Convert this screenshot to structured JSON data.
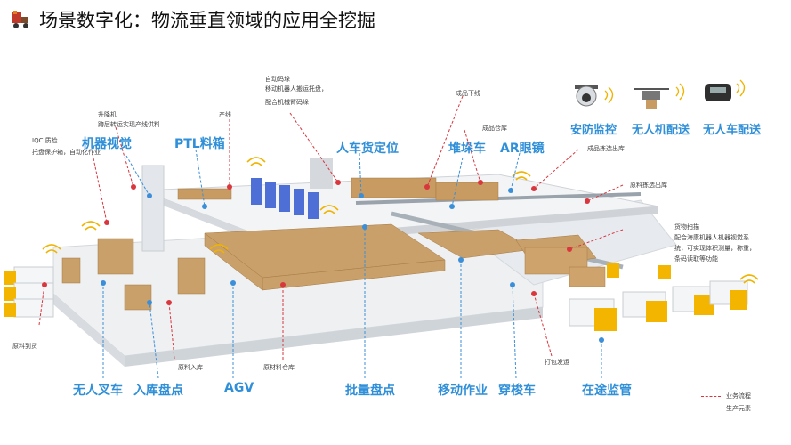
{
  "title": "场景数字化：物流垂直领域的应用全挖掘",
  "top_labels": {
    "auto_pick_title": "自动码垛",
    "auto_pick_desc1": "移动机器人搬运托盘，",
    "auto_pick_desc2": "配合机械臂码垛",
    "finished_line": "成品下线",
    "finished_warehouse": "成品仓库",
    "finished_outbound": "成品拣选出库",
    "raw_outbound": "原料拣选出库",
    "lifter_title": "升降机",
    "lifter_desc": "跨层转运实现产线供料",
    "production_line": "产线",
    "iqc_title": "IQC 质检",
    "iqc_desc": "托盘保护箱，自动化作业",
    "scan_title": "货物扫描",
    "scan_desc1": "配合海康机器人机器视觉系",
    "scan_desc2": "统，可实现体积测量，称重，",
    "scan_desc3": "条码读取等功能",
    "raw_receive": "原料到货",
    "raw_inbound": "原料入库",
    "raw_storage": "原材料仓库",
    "pack_ship": "打包发运"
  },
  "blue_labels": {
    "machine_vision": "机器视觉",
    "ptl": "PTL料箱",
    "person_car": "人车货定位",
    "stacker": "堆垛车",
    "ar_glasses": "AR眼镜",
    "security": "安防监控",
    "drone": "无人机配送",
    "unmanned_car": "无人车配送",
    "forklift": "无人叉车",
    "inbound_check": "入库盘点",
    "agv": "AGV",
    "batch_check": "批量盘点",
    "mobile_work": "移动作业",
    "shuttle": "穿梭车",
    "transit": "在途监管"
  },
  "legend": {
    "business": "业务流程",
    "production": "生产元素"
  },
  "colors": {
    "blue_label": "#2f8fd8",
    "red_flow": "#d9363e",
    "blue_flow": "#3b8fd9",
    "floor": "#e9ecef",
    "box": "#c79b62",
    "truck_cab": "#f3b500"
  },
  "icons": [
    "forklift-cart-icon",
    "security-camera-icon",
    "drone-icon",
    "unmanned-vehicle-icon",
    "wifi-signal-icon"
  ]
}
